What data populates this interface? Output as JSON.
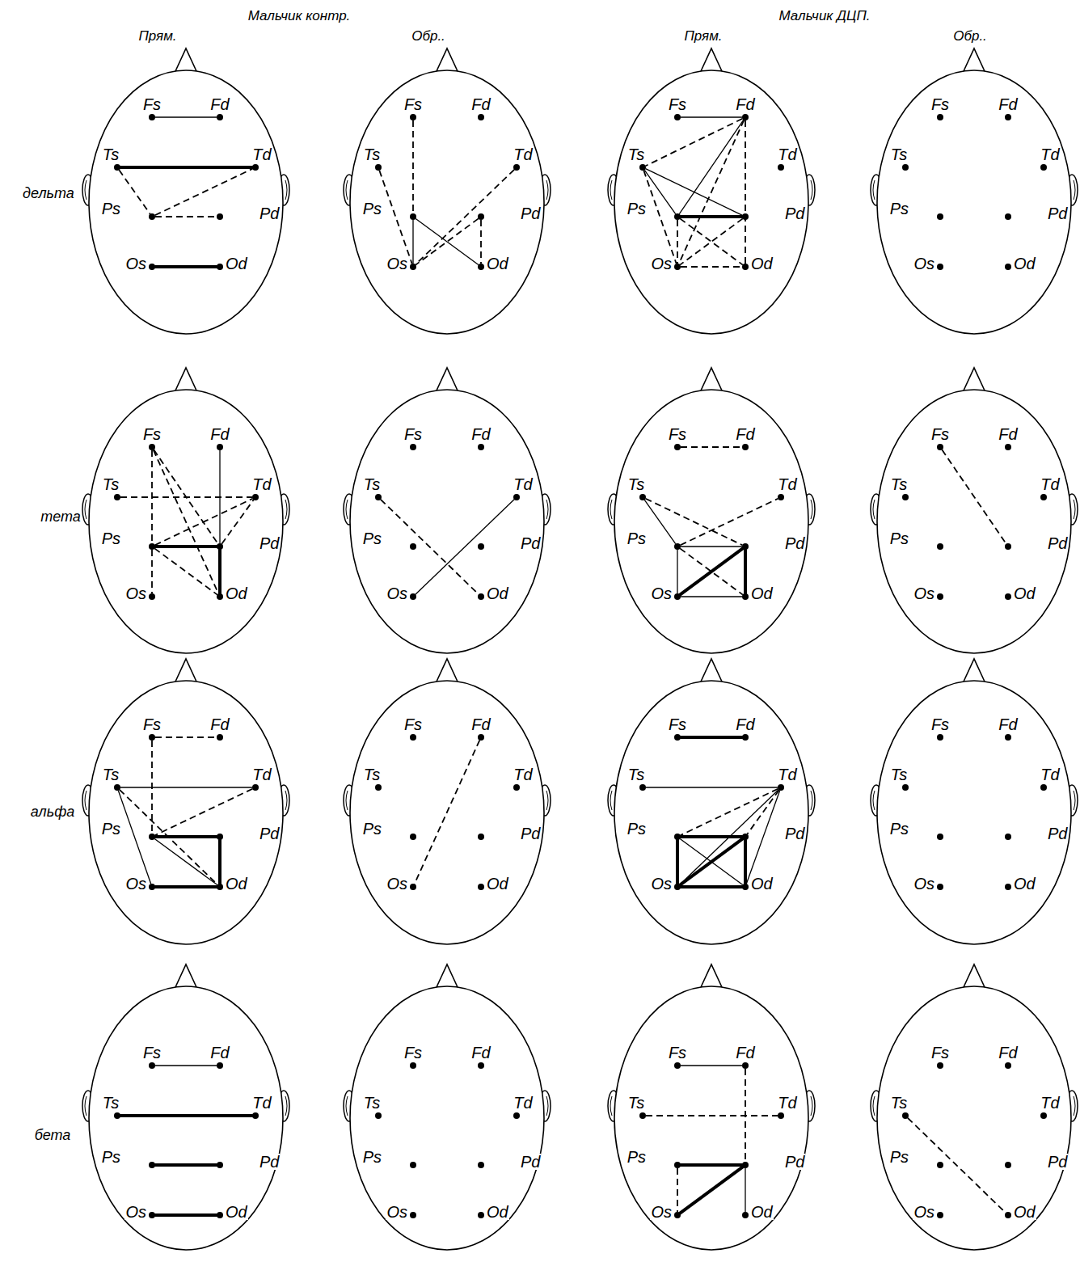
{
  "diagram": {
    "nodes": [
      {
        "text": [
          "Fs"
        ]
      },
      {
        "text": [
          "Fd"
        ]
      },
      {
        "text": [
          "Ts"
        ]
      },
      {
        "text": [
          "Td"
        ]
      },
      {
        "text": [
          "Ps"
        ]
      },
      {
        "text": [
          "Pd"
        ]
      },
      {
        "text": [
          "Os"
        ]
      },
      {
        "text": [
          "Od"
        ]
      },
      {
        "text": [
          "Fs"
        ]
      },
      {
        "text": [
          "Fd"
        ]
      },
      {
        "text": [
          "Ts"
        ]
      },
      {
        "text": [
          "Td"
        ]
      },
      {
        "text": [
          "Ps"
        ]
      },
      {
        "text": [
          "Pd"
        ]
      },
      {
        "text": [
          "Os"
        ]
      },
      {
        "text": [
          "Od"
        ]
      },
      {
        "text": [
          "Fs"
        ]
      },
      {
        "text": [
          "Fd"
        ]
      },
      {
        "text": [
          "Ts"
        ]
      },
      {
        "text": [
          "Td"
        ]
      },
      {
        "text": [
          "Ps"
        ]
      },
      {
        "text": [
          "Pd"
        ]
      },
      {
        "text": [
          "Os"
        ]
      },
      {
        "text": [
          "Od"
        ]
      },
      {
        "text": [
          "Fs"
        ]
      },
      {
        "text": [
          "Fd"
        ]
      },
      {
        "text": [
          "Ts"
        ]
      },
      {
        "text": [
          "Td"
        ]
      },
      {
        "text": [
          "Ps"
        ]
      },
      {
        "text": [
          "Pd"
        ]
      },
      {
        "text": [
          "Os"
        ]
      },
      {
        "text": [
          "Od"
        ]
      },
      {
        "text": [
          "Fs"
        ]
      },
      {
        "text": [
          "Fd"
        ]
      },
      {
        "text": [
          "Ts"
        ]
      },
      {
        "text": [
          "Td"
        ]
      },
      {
        "text": [
          "Ps"
        ]
      },
      {
        "text": [
          "Pd"
        ]
      },
      {
        "text": [
          "Os"
        ]
      },
      {
        "text": [
          "Od"
        ]
      },
      {
        "text": [
          "Fs"
        ]
      },
      {
        "text": [
          "Fd"
        ]
      },
      {
        "text": [
          "Ts"
        ]
      },
      {
        "text": [
          "Td"
        ]
      },
      {
        "text": [
          "Ps"
        ]
      },
      {
        "text": [
          "Pd"
        ]
      },
      {
        "text": [
          "Os"
        ]
      },
      {
        "text": [
          "Od"
        ]
      },
      {
        "text": [
          "Fs"
        ]
      },
      {
        "text": [
          "Fd"
        ]
      },
      {
        "text": [
          "Ts"
        ]
      },
      {
        "text": [
          "Td"
        ]
      },
      {
        "text": [
          "Ps"
        ]
      },
      {
        "text": [
          "Pd"
        ]
      },
      {
        "text": [
          "Os"
        ]
      },
      {
        "text": [
          "Od"
        ]
      },
      {
        "text": [
          "Fs"
        ]
      },
      {
        "text": [
          "Fd"
        ]
      },
      {
        "text": [
          "Ts"
        ]
      },
      {
        "text": [
          "Td"
        ]
      },
      {
        "text": [
          "Ps"
        ]
      },
      {
        "text": [
          "Pd"
        ]
      },
      {
        "text": [
          "Os"
        ]
      },
      {
        "text": [
          "Od"
        ]
      },
      {
        "text": [
          "Fs"
        ]
      },
      {
        "text": [
          "Fd"
        ]
      },
      {
        "text": [
          "Ts"
        ]
      },
      {
        "text": [
          "Td"
        ]
      },
      {
        "text": [
          "Ps"
        ]
      },
      {
        "text": [
          "Pd"
        ]
      },
      {
        "text": [
          "Os"
        ]
      },
      {
        "text": [
          "Od"
        ]
      },
      {
        "text": [
          "Fs"
        ]
      },
      {
        "text": [
          "Fd"
        ]
      },
      {
        "text": [
          "Ts"
        ]
      },
      {
        "text": [
          "Td"
        ]
      },
      {
        "text": [
          "Ps"
        ]
      },
      {
        "text": [
          "Pd"
        ]
      },
      {
        "text": [
          "Os"
        ]
      },
      {
        "text": [
          "Od"
        ]
      },
      {
        "text": [
          "Fs"
        ]
      },
      {
        "text": [
          "Fd"
        ]
      },
      {
        "text": [
          "Ts"
        ]
      },
      {
        "text": [
          "Td"
        ]
      },
      {
        "text": [
          "Ps"
        ]
      },
      {
        "text": [
          "Pd"
        ]
      },
      {
        "text": [
          "Os"
        ]
      },
      {
        "text": [
          "Od"
        ]
      },
      {
        "text": [
          "Fs"
        ]
      },
      {
        "text": [
          "Fd"
        ]
      },
      {
        "text": [
          "Ts"
        ]
      },
      {
        "text": [
          "Td"
        ]
      },
      {
        "text": [
          "Ps"
        ]
      },
      {
        "text": [
          "Pd"
        ]
      },
      {
        "text": [
          "Os"
        ]
      },
      {
        "text": [
          "Od"
        ]
      },
      {
        "text": [
          "Fs"
        ]
      },
      {
        "text": [
          "Fd"
        ]
      },
      {
        "text": [
          "Ts"
        ]
      },
      {
        "text": [
          "Td"
        ]
      },
      {
        "text": [
          "Ps"
        ]
      },
      {
        "text": [
          "Pd"
        ]
      },
      {
        "text": [
          "Os"
        ]
      },
      {
        "text": [
          "Od"
        ]
      },
      {
        "text": [
          "Fs"
        ]
      },
      {
        "text": [
          "Fd"
        ]
      },
      {
        "text": [
          "Ts"
        ]
      },
      {
        "text": [
          "Td"
        ]
      },
      {
        "text": [
          "Ps"
        ]
      },
      {
        "text": [
          "Pd"
        ]
      },
      {
        "text": [
          "Os"
        ]
      },
      {
        "text": [
          "Od"
        ]
      },
      {
        "text": [
          "Fs"
        ]
      },
      {
        "text": [
          "Fd"
        ]
      },
      {
        "text": [
          "Ts"
        ]
      },
      {
        "text": [
          "Td"
        ]
      },
      {
        "text": [
          "Ps"
        ]
      },
      {
        "text": [
          "Pd"
        ]
      },
      {
        "text": [
          "Os"
        ]
      },
      {
        "text": [
          "Od"
        ]
      },
      {
        "text": [
          "Fs"
        ]
      },
      {
        "text": [
          "Fd"
        ]
      },
      {
        "text": [
          "Ts"
        ]
      },
      {
        "text": [
          "Td"
        ]
      },
      {
        "text": [
          "Ps"
        ]
      },
      {
        "text": [
          "Pd"
        ]
      },
      {
        "text": [
          "Os"
        ]
      },
      {
        "text": [
          "Od"
        ]
      }
    ],
    "edges": [
      {
        "from": 0,
        "to": 1,
        "arrow": "none"
      },
      {
        "from": 2,
        "to": 3,
        "arrow": "none"
      },
      {
        "from": 6,
        "to": 7,
        "arrow": "none"
      },
      {
        "from": 2,
        "to": 4,
        "arrow": "none"
      },
      {
        "from": 4,
        "to": 3,
        "arrow": "none"
      },
      {
        "from": 4,
        "to": 5,
        "arrow": "none"
      },
      {
        "from": 8,
        "to": 12,
        "arrow": "none"
      },
      {
        "from": 10,
        "to": 14,
        "arrow": "none"
      },
      {
        "from": 12,
        "to": 14,
        "arrow": "none"
      },
      {
        "from": 12,
        "to": 15,
        "arrow": "none"
      },
      {
        "from": 11,
        "to": 14,
        "arrow": "none"
      },
      {
        "from": 13,
        "to": 14,
        "arrow": "none"
      },
      {
        "from": 13,
        "to": 15,
        "arrow": "none"
      },
      {
        "from": 16,
        "to": 17,
        "arrow": "none"
      },
      {
        "from": 17,
        "to": 18,
        "arrow": "none"
      },
      {
        "from": 17,
        "to": 20,
        "arrow": "none"
      },
      {
        "from": 17,
        "to": 22,
        "arrow": "none"
      },
      {
        "from": 17,
        "to": 23,
        "arrow": "none"
      },
      {
        "from": 18,
        "to": 20,
        "arrow": "none"
      },
      {
        "from": 18,
        "to": 21,
        "arrow": "none"
      },
      {
        "from": 18,
        "to": 22,
        "arrow": "none"
      },
      {
        "from": 20,
        "to": 21,
        "arrow": "none"
      },
      {
        "from": 20,
        "to": 22,
        "arrow": "none"
      },
      {
        "from": 20,
        "to": 23,
        "arrow": "none"
      },
      {
        "from": 21,
        "to": 22,
        "arrow": "none"
      },
      {
        "from": 22,
        "to": 23,
        "arrow": "none"
      },
      {
        "from": 32,
        "to": 36,
        "arrow": "none"
      },
      {
        "from": 36,
        "to": 38,
        "arrow": "none"
      },
      {
        "from": 32,
        "to": 37,
        "arrow": "none"
      },
      {
        "from": 32,
        "to": 39,
        "arrow": "none"
      },
      {
        "from": 33,
        "to": 37,
        "arrow": "none"
      },
      {
        "from": 34,
        "to": 35,
        "arrow": "none"
      },
      {
        "from": 36,
        "to": 35,
        "arrow": "none"
      },
      {
        "from": 37,
        "to": 35,
        "arrow": "none"
      },
      {
        "from": 36,
        "to": 37,
        "arrow": "none"
      },
      {
        "from": 37,
        "to": 39,
        "arrow": "none"
      },
      {
        "from": 36,
        "to": 39,
        "arrow": "none"
      },
      {
        "from": 42,
        "to": 47,
        "arrow": "none"
      },
      {
        "from": 43,
        "to": 46,
        "arrow": "none"
      },
      {
        "from": 48,
        "to": 49,
        "arrow": "none"
      },
      {
        "from": 50,
        "to": 52,
        "arrow": "none"
      },
      {
        "from": 50,
        "to": 53,
        "arrow": "none"
      },
      {
        "from": 52,
        "to": 51,
        "arrow": "none"
      },
      {
        "from": 52,
        "to": 53,
        "arrow": "none"
      },
      {
        "from": 52,
        "to": 54,
        "arrow": "none"
      },
      {
        "from": 53,
        "to": 55,
        "arrow": "none"
      },
      {
        "from": 54,
        "to": 55,
        "arrow": "none"
      },
      {
        "from": 54,
        "to": 53,
        "arrow": "none"
      },
      {
        "from": 52,
        "to": 55,
        "arrow": "none"
      },
      {
        "from": 56,
        "to": 61,
        "arrow": "none"
      },
      {
        "from": 64,
        "to": 65,
        "arrow": "none"
      },
      {
        "from": 64,
        "to": 68,
        "arrow": "none"
      },
      {
        "from": 66,
        "to": 67,
        "arrow": "none"
      },
      {
        "from": 66,
        "to": 70,
        "arrow": "none"
      },
      {
        "from": 66,
        "to": 71,
        "arrow": "none"
      },
      {
        "from": 67,
        "to": 68,
        "arrow": "none"
      },
      {
        "from": 68,
        "to": 69,
        "arrow": "none"
      },
      {
        "from": 69,
        "to": 71,
        "arrow": "none"
      },
      {
        "from": 70,
        "to": 71,
        "arrow": "none"
      },
      {
        "from": 68,
        "to": 71,
        "arrow": "none"
      },
      {
        "from": 73,
        "to": 78,
        "arrow": "none"
      },
      {
        "from": 80,
        "to": 81,
        "arrow": "none"
      },
      {
        "from": 82,
        "to": 83,
        "arrow": "none"
      },
      {
        "from": 83,
        "to": 84,
        "arrow": "none"
      },
      {
        "from": 83,
        "to": 85,
        "arrow": "none"
      },
      {
        "from": 83,
        "to": 86,
        "arrow": "none"
      },
      {
        "from": 83,
        "to": 87,
        "arrow": "none"
      },
      {
        "from": 84,
        "to": 85,
        "arrow": "none"
      },
      {
        "from": 84,
        "to": 86,
        "arrow": "none"
      },
      {
        "from": 85,
        "to": 87,
        "arrow": "none"
      },
      {
        "from": 86,
        "to": 87,
        "arrow": "none"
      },
      {
        "from": 86,
        "to": 85,
        "arrow": "none"
      },
      {
        "from": 84,
        "to": 87,
        "arrow": "none"
      },
      {
        "from": 96,
        "to": 97,
        "arrow": "none"
      },
      {
        "from": 98,
        "to": 99,
        "arrow": "none"
      },
      {
        "from": 100,
        "to": 101,
        "arrow": "none"
      },
      {
        "from": 102,
        "to": 103,
        "arrow": "none"
      },
      {
        "from": 112,
        "to": 113,
        "arrow": "none"
      },
      {
        "from": 113,
        "to": 117,
        "arrow": "none"
      },
      {
        "from": 114,
        "to": 115,
        "arrow": "none"
      },
      {
        "from": 116,
        "to": 117,
        "arrow": "none"
      },
      {
        "from": 118,
        "to": 117,
        "arrow": "none"
      },
      {
        "from": 116,
        "to": 118,
        "arrow": "none"
      },
      {
        "from": 117,
        "to": 119,
        "arrow": "none"
      },
      {
        "from": 122,
        "to": 127,
        "arrow": "none"
      }
    ],
    "labels": [
      "Мальчик контр.",
      "Прям.",
      "Обр..",
      "Мальчик ДЦП.",
      "Прям.",
      "Обр..",
      "дельта",
      "тета",
      "альфа",
      "бета"
    ]
  }
}
